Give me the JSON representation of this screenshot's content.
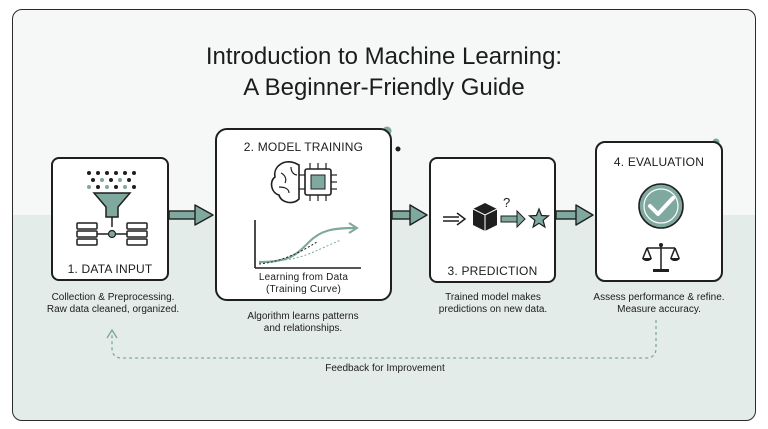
{
  "title": {
    "line1": "Introduction to Machine Learning:",
    "line2": "A Beginner-Friendly Guide"
  },
  "steps": [
    {
      "label": "1. DATA INPUT",
      "caption_line1": "Collection & Preprocessing.",
      "caption_line2": "Raw data cleaned, organized.",
      "icon": "funnel-data-icon"
    },
    {
      "label": "2. MODEL TRAINING",
      "inner_line1": "Learning from Data",
      "inner_line2": "(Training Curve)",
      "caption_line1": "Algorithm learns patterns",
      "caption_line2": "and relationships.",
      "icon": "brain-chip-icon"
    },
    {
      "label": "3. PREDICTION",
      "caption_line1": "Trained model makes",
      "caption_line2": "predictions on new data.",
      "icon": "cube-prediction-icon"
    },
    {
      "label": "4. EVALUATION",
      "caption_line1": "Assess performance & refine.",
      "caption_line2": "Measure accuracy.",
      "icon": "checkmark-scale-icon"
    }
  ],
  "feedback": {
    "label": "Feedback for Improvement"
  },
  "colors": {
    "accent": "#7fa99f",
    "ink": "#1f1f1f",
    "bg_top": "#f6f8f7",
    "bg_bottom": "#e4ecea"
  }
}
